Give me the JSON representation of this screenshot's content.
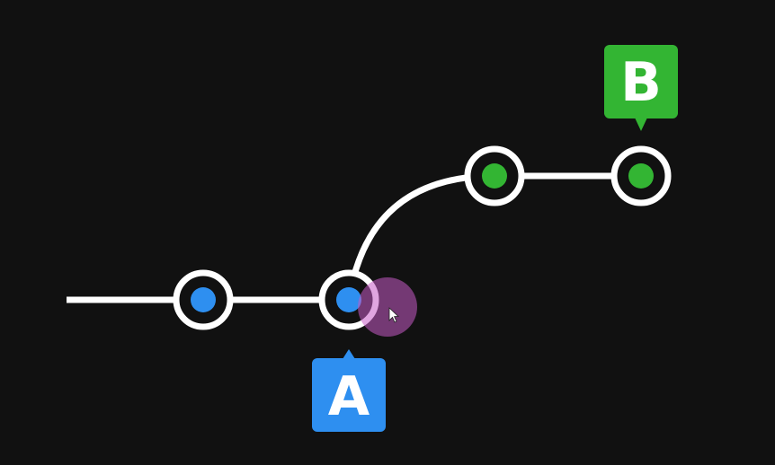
{
  "diagram": {
    "background": "#111111",
    "line_color": "#ffffff",
    "branch_a": {
      "label": "A",
      "color": "#2e8ff0",
      "commits": 2
    },
    "branch_b": {
      "label": "B",
      "color": "#33b533",
      "commits": 2
    },
    "cursor": {
      "icon": "mouse-pointer-icon",
      "highlight_color": "#c65bc6"
    }
  }
}
